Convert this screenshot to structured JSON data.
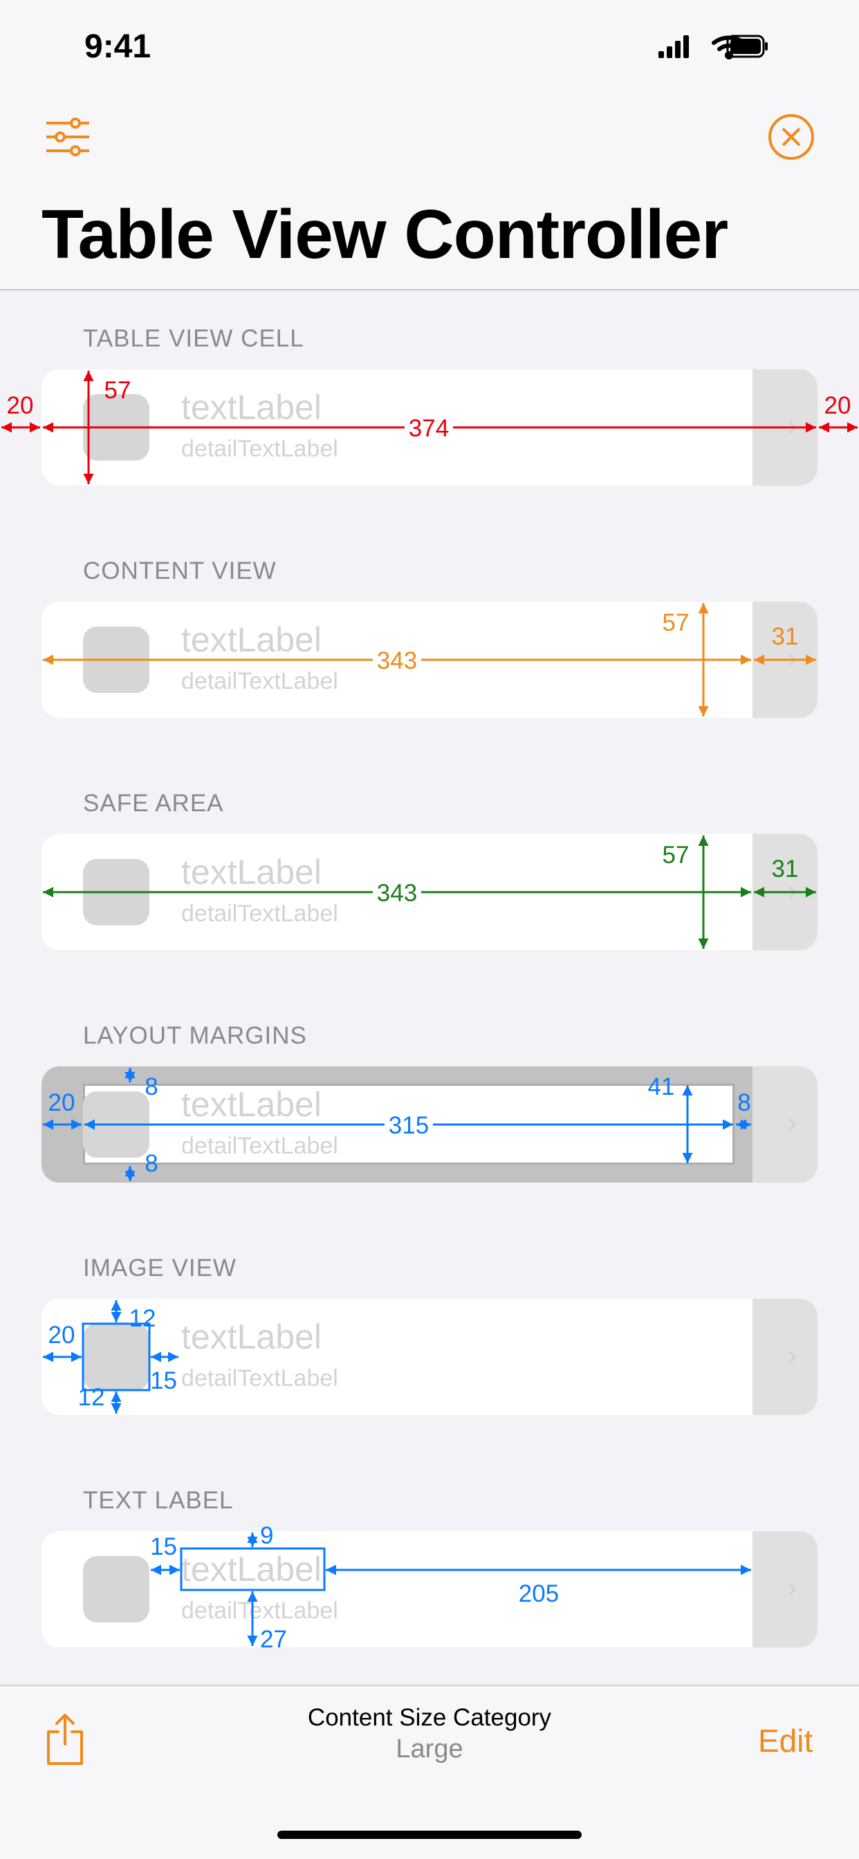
{
  "status_bar": {
    "time": "9:41"
  },
  "nav": {
    "title": "Table View Controller",
    "left_icon": "sliders-icon",
    "right_icon": "close-circle-icon"
  },
  "colors": {
    "accent": "#f08a1c",
    "red": "#e8000b",
    "orange": "#f08a1c",
    "green": "#1a7f1a",
    "blue": "#0a7aff"
  },
  "cell": {
    "text_label": "textLabel",
    "detail_label": "detailTextLabel"
  },
  "sections": [
    {
      "label": "TABLE VIEW CELL",
      "annotations": {
        "left": "20",
        "width": "374",
        "right": "20",
        "height": "57"
      }
    },
    {
      "label": "CONTENT VIEW",
      "annotations": {
        "width": "343",
        "height": "57",
        "accessory": "31"
      }
    },
    {
      "label": "SAFE AREA",
      "annotations": {
        "width": "343",
        "height": "57",
        "accessory": "31"
      }
    },
    {
      "label": "LAYOUT MARGINS",
      "annotations": {
        "left": "20",
        "top": "8",
        "bottom": "8",
        "width": "315",
        "height": "41",
        "right": "8"
      }
    },
    {
      "label": "IMAGE VIEW",
      "annotations": {
        "left": "20",
        "top": "12",
        "right": "15",
        "bottom": "12"
      }
    },
    {
      "label": "TEXT LABEL",
      "annotations": {
        "left": "15",
        "top": "9",
        "bottom": "27",
        "right": "205"
      }
    }
  ],
  "toolbar": {
    "share_icon": "share-icon",
    "category_label": "Content Size Category",
    "category_value": "Large",
    "edit_label": "Edit"
  }
}
